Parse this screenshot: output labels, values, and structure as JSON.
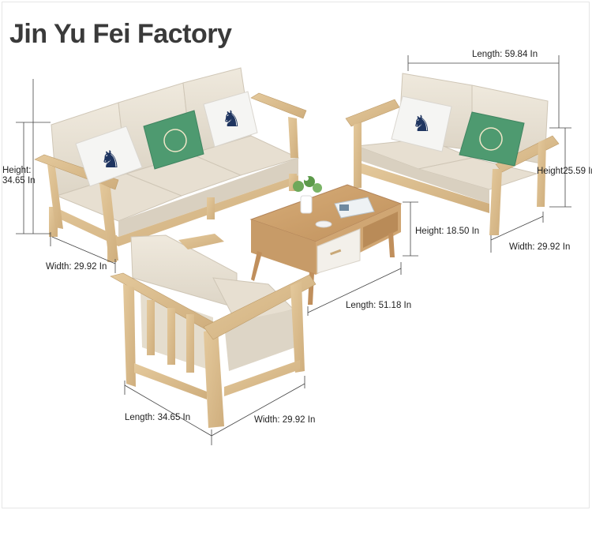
{
  "brand": {
    "title": "Jin Yu Fei Factory"
  },
  "dimensions": {
    "three_seater_height": "Height:\n34.65 In",
    "three_seater_width": "Width: 29.92 In",
    "two_seater_length": "Length: 59.84 In",
    "two_seater_height": "Height25.59 In",
    "two_seater_width": "Width: 29.92 In",
    "table_height": "Height: 18.50 In",
    "table_length": "Length: 51.18 In",
    "chair_length": "Length: 34.65 In",
    "chair_width": "Width: 29.92 In"
  },
  "colors": {
    "wood": "#dcbf92",
    "wood_dark": "#c9a877",
    "fabric": "#ece5d8",
    "fabric_shade": "#d8d0c2",
    "pillow_white": "#f6f6f4",
    "pillow_green": "#4e9a70",
    "deer_navy": "#1f3560",
    "table_top": "#c99e6c",
    "table_drawer": "#f3f0ea"
  }
}
